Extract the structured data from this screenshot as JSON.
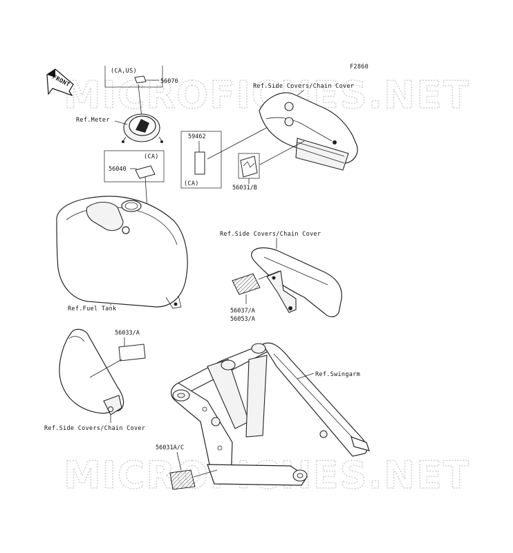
{
  "figure_id": "F2860",
  "front_arrow_label": "FRONT",
  "watermark_text": "MICROFICHES.NET",
  "labels": {
    "region_ca_us": "(CA,US)",
    "region_ca_1": "(CA)",
    "region_ca_2": "(CA)",
    "ref_meter": "Ref.Meter",
    "ref_fuel_tank": "Ref.Fuel Tank",
    "ref_side_covers_1": "Ref.Side Covers/Chain Cover",
    "ref_side_covers_2": "Ref.Side Covers/Chain Cover",
    "ref_side_covers_3": "Ref.Side Covers/Chain Cover",
    "ref_swingarm": "Ref.Swingarm"
  },
  "part_numbers": {
    "p56070": "56070",
    "p56040": "56040",
    "p59462": "59462",
    "p56031b": "56031/B",
    "p56037a": "56037/A",
    "p56053a": "56053/A",
    "p56033a": "56033/A",
    "p56031ac": "56031A/C"
  }
}
